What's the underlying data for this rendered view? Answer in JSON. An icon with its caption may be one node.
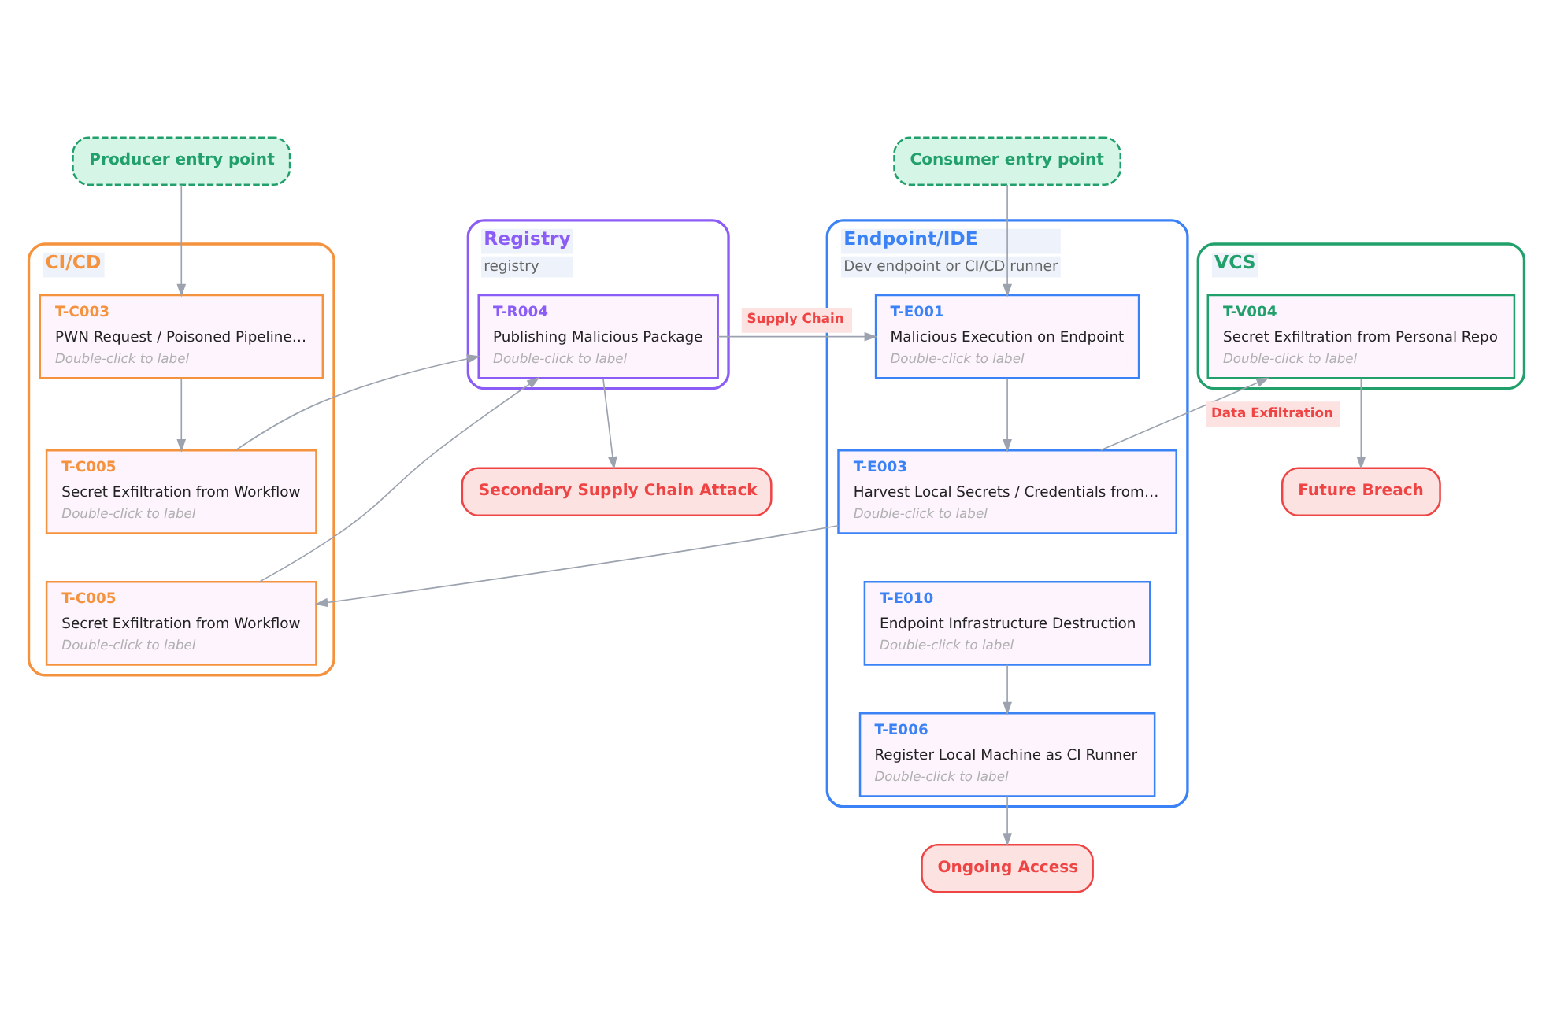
{
  "diagram": {
    "nodes": [
      {
        "text": [
          "Producer entry point"
        ]
      },
      {
        "text": [
          "Consumer entry point"
        ]
      },
      {
        "text": [
          "CI/CD"
        ]
      },
      {
        "text": [
          "T-C003",
          "PWN Request / Poisoned Pipeline…",
          "Double-click to label"
        ],
        "in": 2
      },
      {
        "text": [
          "T-C005",
          "Secret Exfiltration from Workflow",
          "Double-click to label"
        ],
        "in": 2
      },
      {
        "text": [
          "T-C005",
          "Secret Exfiltration from Workflow",
          "Double-click to label"
        ],
        "in": 2
      },
      {
        "text": [
          "Registry",
          "registry"
        ]
      },
      {
        "text": [
          "T-R004",
          "Publishing Malicious Package",
          "Double-click to label"
        ],
        "in": 6
      },
      {
        "text": [
          "Endpoint/IDE",
          "Dev endpoint or CI/CD runner"
        ]
      },
      {
        "text": [
          "T-E001",
          "Malicious Execution on Endpoint",
          "Double-click to label"
        ],
        "in": 8
      },
      {
        "text": [
          "T-E003",
          "Harvest Local Secrets / Credentials from…",
          "Double-click to label"
        ],
        "in": 8
      },
      {
        "text": [
          "T-E010",
          "Endpoint Infrastructure Destruction",
          "Double-click to label"
        ],
        "in": 8
      },
      {
        "text": [
          "T-E006",
          "Register Local Machine as CI Runner",
          "Double-click to label"
        ],
        "in": 8
      },
      {
        "text": [
          "VCS"
        ]
      },
      {
        "text": [
          "T-V004",
          "Secret Exfiltration from Personal Repo",
          "Double-click to label"
        ],
        "in": 13
      },
      {
        "text": [
          "Secondary Supply Chain Attack"
        ]
      },
      {
        "text": [
          "Future Breach"
        ]
      },
      {
        "text": [
          "Ongoing Access"
        ]
      }
    ],
    "edges": [
      {
        "from": 0,
        "to": 3,
        "arrow": "to"
      },
      {
        "from": 3,
        "to": 4,
        "arrow": "to"
      },
      {
        "from": 4,
        "to": 7,
        "arrow": "to"
      },
      {
        "from": 5,
        "to": 7,
        "arrow": "to"
      },
      {
        "from": 7,
        "to": 15,
        "arrow": "to"
      },
      {
        "from": 7,
        "to": 9,
        "arrow": "to",
        "label": "Supply Chain"
      },
      {
        "from": 1,
        "to": 9,
        "arrow": "to"
      },
      {
        "from": 9,
        "to": 10,
        "arrow": "to"
      },
      {
        "from": 10,
        "to": 5,
        "arrow": "to"
      },
      {
        "from": 10,
        "to": 14,
        "arrow": "to",
        "label": "Data Exfiltration"
      },
      {
        "from": 11,
        "to": 12,
        "arrow": "to"
      },
      {
        "from": 12,
        "to": 17,
        "arrow": "to"
      },
      {
        "from": 14,
        "to": 16,
        "arrow": "to"
      }
    ]
  }
}
